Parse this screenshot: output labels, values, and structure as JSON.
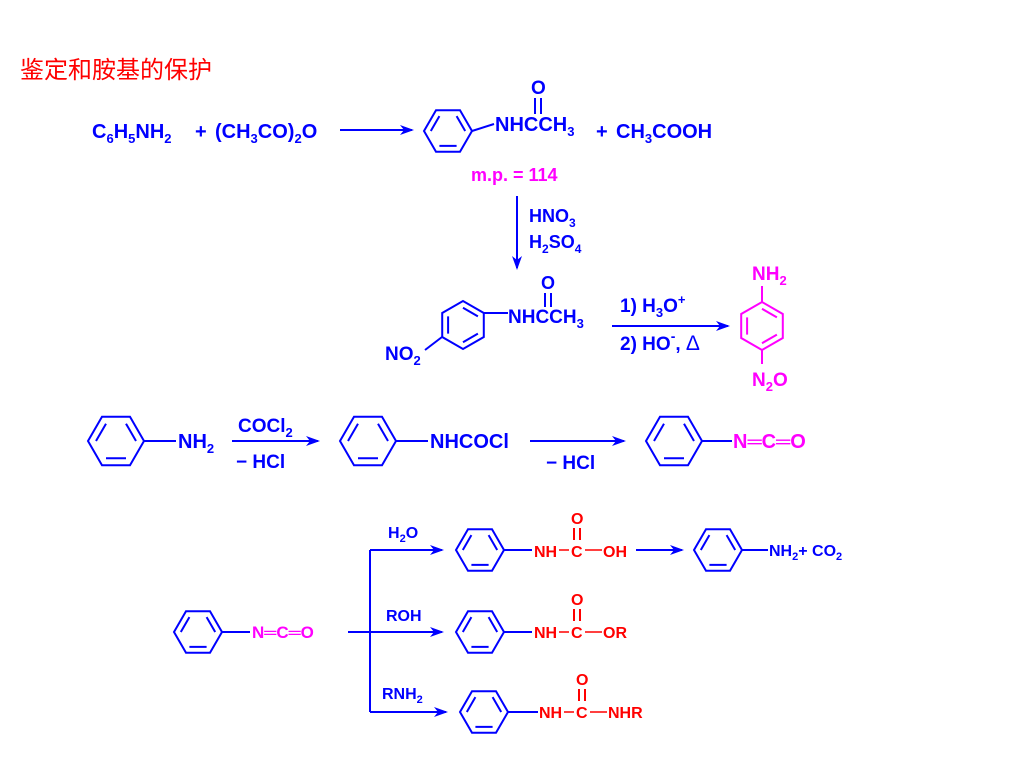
{
  "title": "鉴定和胺基的保护",
  "colors": {
    "title": "#ff0000",
    "structure": "#0000ff",
    "highlight": "#ff00ff",
    "carbonyl": "#ff0000"
  },
  "icons": [
    "benzene-ring-icon",
    "reaction-arrow-icon"
  ],
  "reaction1": {
    "reactant1": [
      "C",
      "6",
      "H",
      "5",
      "NH",
      "2"
    ],
    "plus1": "+",
    "reactant2": [
      "(CH",
      "3",
      "CO)",
      "2",
      "O"
    ],
    "product_o": "O",
    "product_group": [
      "NHCCH",
      "3"
    ],
    "plus2": "+",
    "byproduct": [
      "CH",
      "3",
      "COOH"
    ],
    "mp": "m.p. = 114"
  },
  "nitration": {
    "reagent1": [
      "HNO",
      "3"
    ],
    "reagent2": [
      "H",
      "2",
      "SO",
      "4"
    ],
    "product_o": "O",
    "product_group": [
      "NHCCH",
      "3"
    ],
    "product_sub": [
      "NO",
      "2"
    ]
  },
  "hydrolysis": {
    "step1": [
      "1) H",
      "3",
      "O",
      "+"
    ],
    "step2": [
      "2) HO",
      "-",
      ", ",
      "Δ"
    ],
    "product_top": [
      "NH",
      "2"
    ],
    "product_bottom": [
      "N",
      "2",
      "O"
    ]
  },
  "phosgene": {
    "aniline": [
      "NH",
      "2"
    ],
    "reagent": [
      "COCl",
      "2"
    ],
    "minus_hcl1": "− HCl",
    "intermediate": "NHCOCl",
    "minus_hcl2": "− HCl",
    "isocyanate": "N═C═O"
  },
  "isocyanate_reactions": {
    "start": "N═C═O",
    "branches": [
      {
        "reagent": [
          "H",
          "2",
          "O"
        ],
        "o": "O",
        "nh": "NH",
        "c": "C",
        "tail": "OH"
      },
      {
        "reagent": [
          "ROH"
        ],
        "o": "O",
        "nh": "NH",
        "c": "C",
        "tail": "OR"
      },
      {
        "reagent": [
          "RNH",
          "2"
        ],
        "o": "O",
        "nh": "NH",
        "c": "C",
        "tail": "NHR"
      }
    ],
    "final": [
      "NH",
      "2",
      "+ CO",
      "2"
    ]
  }
}
